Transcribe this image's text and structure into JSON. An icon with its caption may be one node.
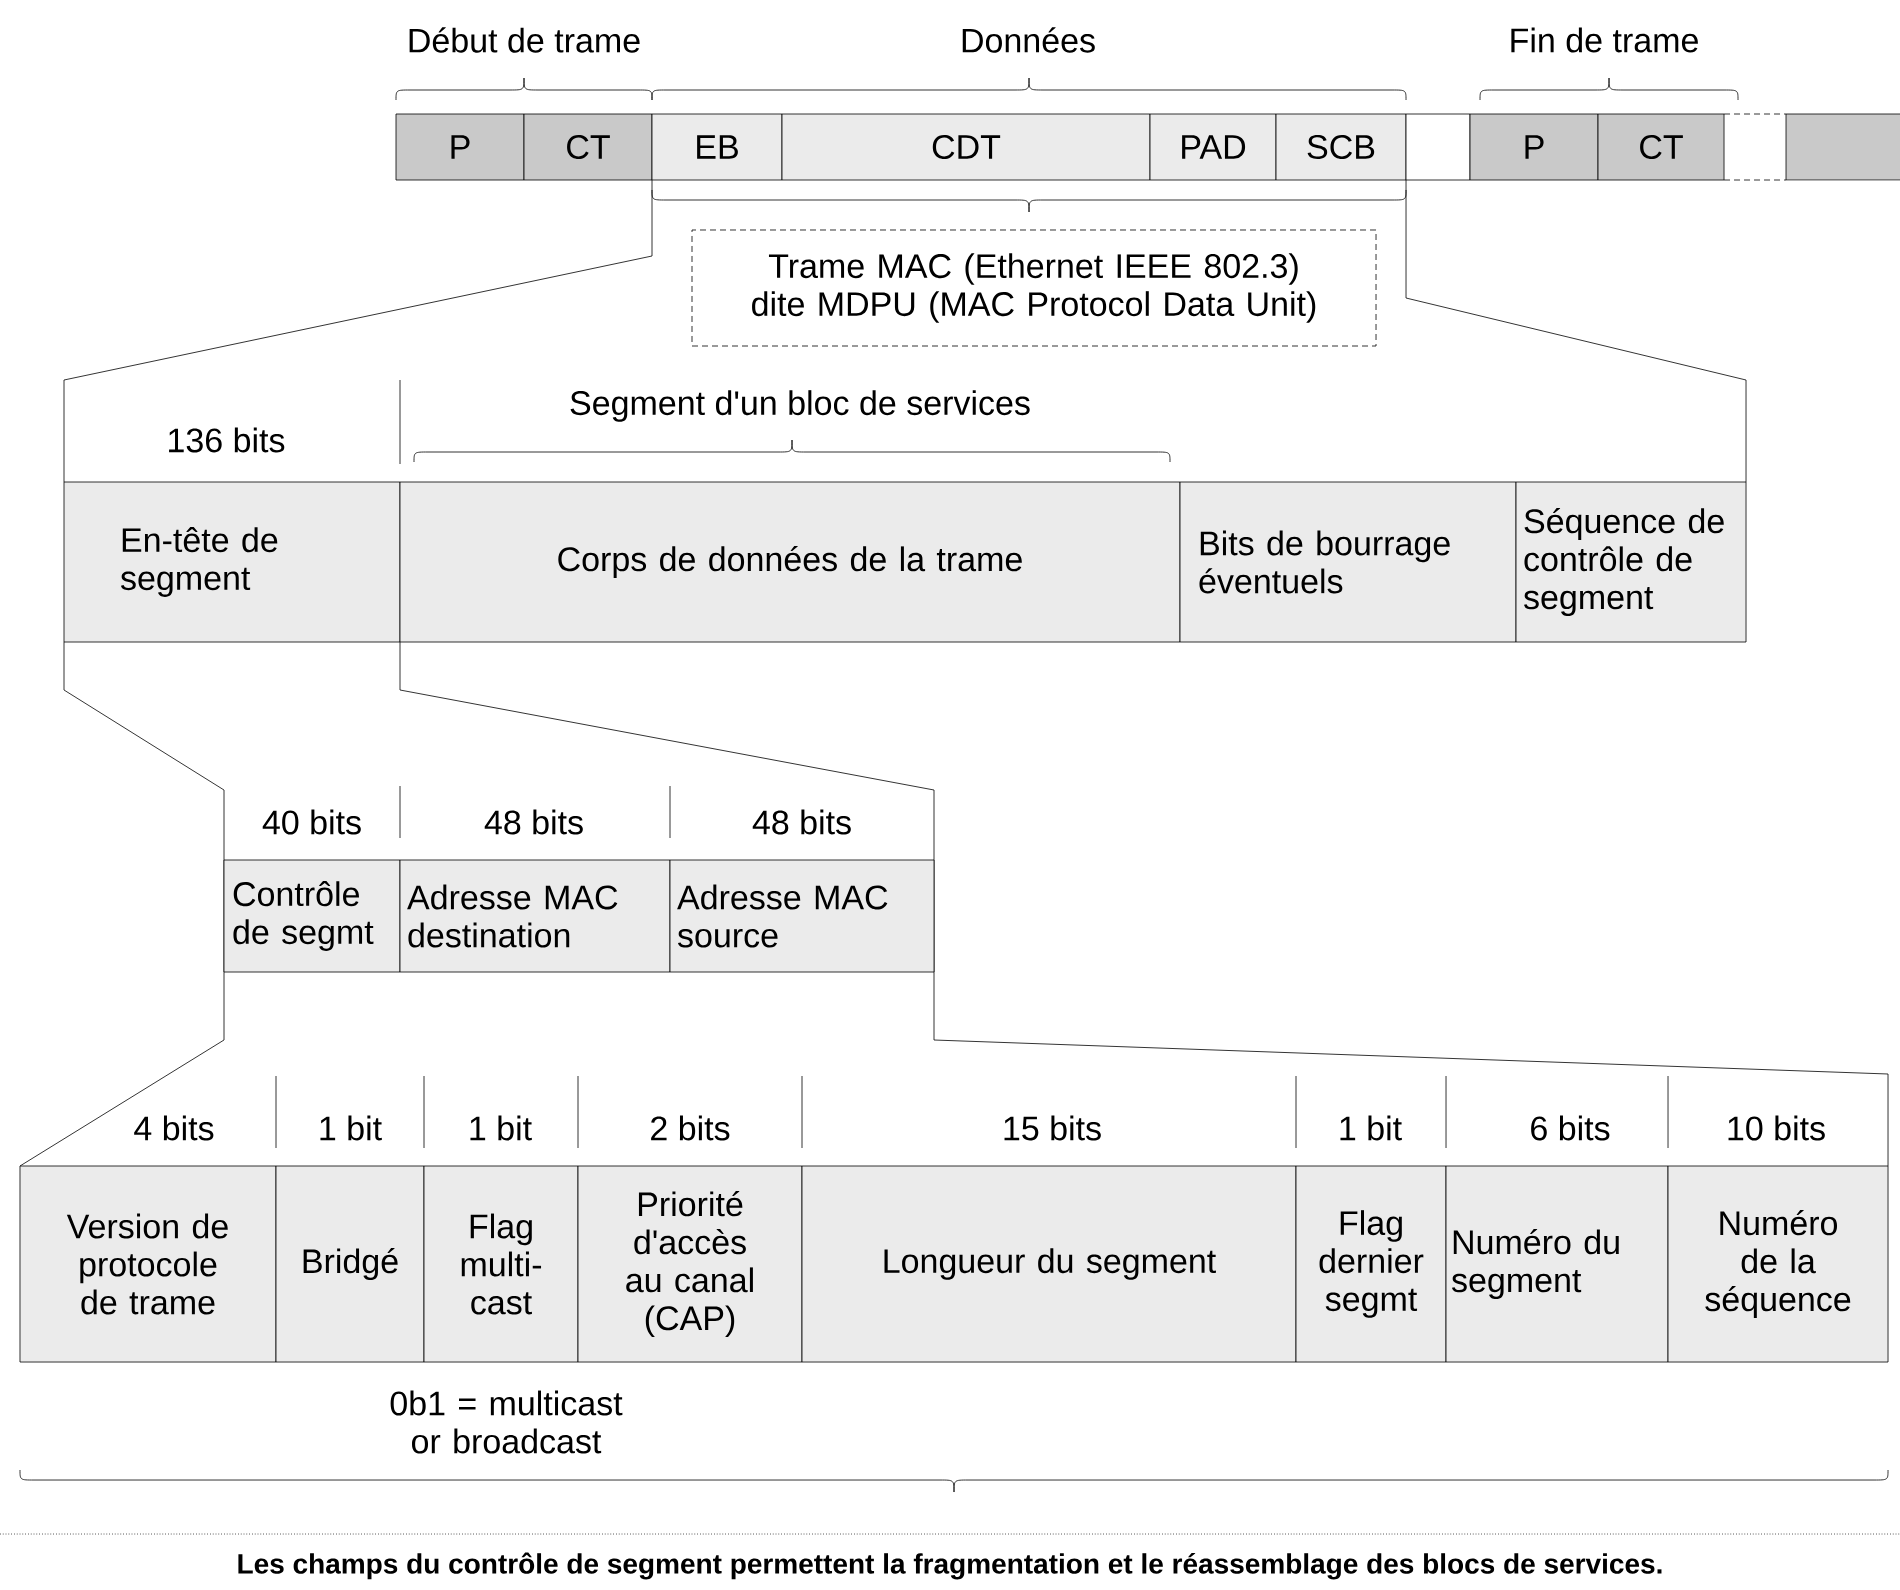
{
  "diagram": {
    "caption": "Les champs du contrôle de segment permettent la fragmentation et le réassemblage des blocs de services.",
    "nodes": [
      {
        "text": [
          "P"
        ]
      },
      {
        "text": [
          "CT"
        ]
      },
      {
        "text": [
          "EB"
        ]
      },
      {
        "text": [
          "CDT"
        ]
      },
      {
        "text": [
          "PAD"
        ]
      },
      {
        "text": [
          "SCB"
        ]
      },
      {
        "text": [],
        "shape": "box"
      },
      {
        "text": [
          "P"
        ]
      },
      {
        "text": [
          "CT"
        ]
      },
      {
        "text": [],
        "shape": "box"
      },
      {
        "text": [],
        "shape": "box"
      },
      {
        "text": [
          "Trame MAC (Ethernet IEEE 802.3) dite MDPU (MAC Protocol Data Unit)"
        ]
      },
      {
        "text": [
          "En-tête de segment"
        ],
        "beside": [
          "136 bits"
        ]
      },
      {
        "text": [
          "Corps de données de la trame"
        ]
      },
      {
        "text": [
          "Bits de bourrage éventuels"
        ]
      },
      {
        "text": [
          "Séquence de contrôle de segment"
        ]
      },
      {
        "text": [
          "Contrôle de segmt"
        ],
        "beside": [
          "40 bits"
        ]
      },
      {
        "text": [
          "Adresse MAC destination"
        ],
        "beside": [
          "48 bits"
        ]
      },
      {
        "text": [
          "Adresse MAC source"
        ],
        "beside": [
          "48 bits"
        ]
      },
      {
        "text": [
          "Version de protocole de trame"
        ],
        "beside": [
          "4 bits"
        ]
      },
      {
        "text": [
          "Bridgé"
        ],
        "beside": [
          "1 bit"
        ]
      },
      {
        "text": [
          "Flag multi-cast"
        ],
        "beside": [
          "1 bit"
        ]
      },
      {
        "text": [
          "Priorité d'accès au canal (CAP)"
        ],
        "beside": [
          "2 bits"
        ]
      },
      {
        "text": [
          "Longueur du segment"
        ],
        "beside": [
          "15 bits"
        ]
      },
      {
        "text": [
          "Flag dernier segmt"
        ],
        "beside": [
          "1 bit"
        ]
      },
      {
        "text": [
          "Numéro du segment"
        ],
        "beside": [
          "6 bits"
        ]
      },
      {
        "text": [
          "Numéro de la séquence"
        ],
        "beside": [
          "10 bits"
        ]
      }
    ],
    "labels": [
      "Début de trame",
      "Données",
      "Fin de trame",
      "Segment d'un bloc de services",
      "0b1 = multicast or broadcast"
    ]
  }
}
